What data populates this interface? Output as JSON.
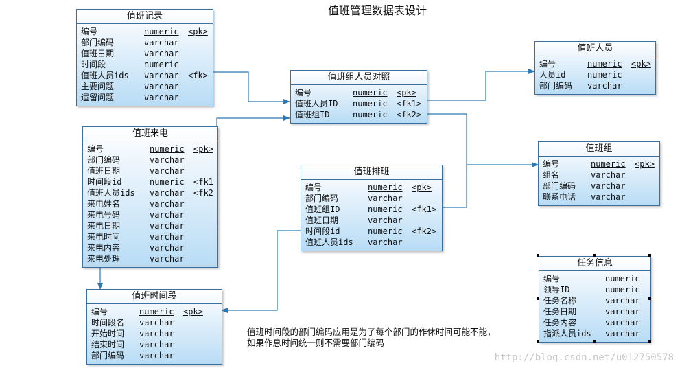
{
  "title": "值班管理数据表设计",
  "entities": {
    "zhiban_jilu": {
      "name": "值班记录",
      "fields": [
        {
          "name": "编号",
          "type": "numeric",
          "key": "<pk>"
        },
        {
          "name": "部门编码",
          "type": "varchar",
          "key": ""
        },
        {
          "name": "值班日期",
          "type": "varchar",
          "key": ""
        },
        {
          "name": "时间段",
          "type": "numeric",
          "key": ""
        },
        {
          "name": "值班人员ids",
          "type": "varchar",
          "key": "<fk>"
        },
        {
          "name": "主要问题",
          "type": "varchar",
          "key": ""
        },
        {
          "name": "遗留问题",
          "type": "varchar",
          "key": ""
        }
      ]
    },
    "zhibanzu_renyuan": {
      "name": "值班组人员对照",
      "fields": [
        {
          "name": "编号",
          "type": "numeric",
          "key": "<pk>"
        },
        {
          "name": "值班人员ID",
          "type": "numeric",
          "key": "<fk1>"
        },
        {
          "name": "值班组ID",
          "type": "numeric",
          "key": "<fk2>"
        }
      ]
    },
    "zhiban_renyuan": {
      "name": "值班人员",
      "fields": [
        {
          "name": "编号",
          "type": "numeric",
          "key": "<pk>"
        },
        {
          "name": "人员id",
          "type": "numeric",
          "key": ""
        },
        {
          "name": "部门编码",
          "type": "varchar",
          "key": ""
        }
      ]
    },
    "zhiban_laidian": {
      "name": "值班来电",
      "fields": [
        {
          "name": "编号",
          "type": "numeric",
          "key": "<pk>"
        },
        {
          "name": "部门编码",
          "type": "varchar",
          "key": ""
        },
        {
          "name": "值班日期",
          "type": "varchar",
          "key": ""
        },
        {
          "name": "时间段id",
          "type": "numeric",
          "key": "<fk1"
        },
        {
          "name": "值班人员ids",
          "type": "varchar",
          "key": "<fk2"
        },
        {
          "name": "来电姓名",
          "type": "varchar",
          "key": ""
        },
        {
          "name": "来电号码",
          "type": "varchar",
          "key": ""
        },
        {
          "name": "来电日期",
          "type": "varchar",
          "key": ""
        },
        {
          "name": "来电时间",
          "type": "varchar",
          "key": ""
        },
        {
          "name": "来电内容",
          "type": "varchar",
          "key": ""
        },
        {
          "name": "来电处理",
          "type": "varchar",
          "key": ""
        }
      ]
    },
    "zhiban_paiban": {
      "name": "值班排班",
      "fields": [
        {
          "name": "编号",
          "type": "numeric",
          "key": "<pk>"
        },
        {
          "name": "部门编码",
          "type": "varchar",
          "key": ""
        },
        {
          "name": "值班组ID",
          "type": "numeric",
          "key": "<fk1>"
        },
        {
          "name": "值班日期",
          "type": "varchar",
          "key": ""
        },
        {
          "name": "时间段id",
          "type": "numeric",
          "key": "<fk2>"
        },
        {
          "name": "值班人员ids",
          "type": "varchar",
          "key": ""
        }
      ]
    },
    "zhibanzu": {
      "name": "值班组",
      "fields": [
        {
          "name": "编号",
          "type": "numeric",
          "key": "<pk>"
        },
        {
          "name": "组名",
          "type": "varchar",
          "key": ""
        },
        {
          "name": "部门编码",
          "type": "varchar",
          "key": ""
        },
        {
          "name": "联系电话",
          "type": "varchar",
          "key": ""
        }
      ]
    },
    "zhiban_shijianduan": {
      "name": "值班时间段",
      "fields": [
        {
          "name": "编号",
          "type": "numeric",
          "key": "<pk>"
        },
        {
          "name": "时间段名",
          "type": "varchar",
          "key": ""
        },
        {
          "name": "开始时间",
          "type": "varchar",
          "key": ""
        },
        {
          "name": "结束时间",
          "type": "varchar",
          "key": ""
        },
        {
          "name": "部门编码",
          "type": "varchar",
          "key": ""
        }
      ]
    },
    "renwu_xinxi": {
      "name": "任务信息",
      "fields": [
        {
          "name": "编号",
          "type": "numeric",
          "key": ""
        },
        {
          "name": "领导ID",
          "type": "numeric",
          "key": ""
        },
        {
          "name": "任务名称",
          "type": "varchar",
          "key": ""
        },
        {
          "name": "任务日期",
          "type": "varchar",
          "key": ""
        },
        {
          "name": "任务内容",
          "type": "varchar",
          "key": ""
        },
        {
          "name": "指派人员ids",
          "type": "varchar",
          "key": ""
        }
      ]
    }
  },
  "note": "值班时间段的部门编码应用是为了每个部门的作休时间可能不能，如果作息时间统一则不需要部门编码",
  "watermark": "http://blog.csdn.net/u012750578",
  "colors": {
    "line": "#2a7ab8",
    "border": "#3a6fa0",
    "fill_bottom": "#b8dcf5"
  }
}
